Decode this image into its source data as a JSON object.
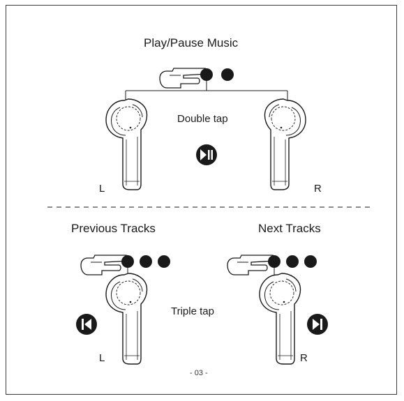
{
  "top_section": {
    "title": "Play/Pause Music",
    "gesture_label": "Double tap",
    "left_side": "L",
    "right_side": "R",
    "icon": "play-pause-icon"
  },
  "bottom_section": {
    "previous_title": "Previous Tracks",
    "next_title": "Next Tracks",
    "gesture_label": "Triple tap",
    "left_side": "L",
    "right_side": "R",
    "previous_icon": "previous-track-icon",
    "next_icon": "next-track-icon"
  },
  "footer": {
    "page_number": "- 03 -"
  }
}
